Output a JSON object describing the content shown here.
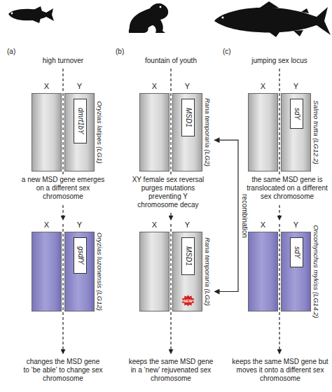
{
  "diagram": {
    "nodes": [
      {
        "text": [
          "X"
        ]
      },
      {
        "text": [
          "Y",
          "Oryzias latipes (LG1)"
        ]
      },
      {
        "text": [
          "dmrt1bY"
        ],
        "in": 1
      },
      {
        "text": [
          "X"
        ]
      },
      {
        "text": [
          "Y",
          "Rana temporaria (LG2)"
        ]
      },
      {
        "text": [
          "MSD1"
        ],
        "in": 4
      },
      {
        "text": [
          "X"
        ]
      },
      {
        "text": [
          "Y",
          "Salmo trutta (LG12.2)"
        ]
      },
      {
        "text": [
          "sdY"
        ],
        "in": 7
      },
      {
        "text": [
          "X"
        ]
      },
      {
        "text": [
          "Y",
          "Oryzias luzonensis (LG12)"
        ]
      },
      {
        "text": [
          "gsdfY"
        ],
        "in": 10
      },
      {
        "text": [
          "X"
        ]
      },
      {
        "text": [
          "Y",
          "Rana temporaria (LG2)"
        ]
      },
      {
        "text": [
          "MSD1"
        ],
        "in": 13
      },
      {
        "text": [
          "NEW"
        ],
        "in": 13
      },
      {
        "text": [
          "X"
        ]
      },
      {
        "text": [
          "Y",
          "Oncorhynchus mykiss (LG14.2)"
        ]
      },
      {
        "text": [
          "sdY"
        ],
        "in": 17
      }
    ],
    "edges": [
      {
        "from": 4,
        "to": 13,
        "arrow": "both",
        "label": "recombination"
      }
    ],
    "labels": [
      "(a)",
      "high turnover",
      "(b)",
      "fountain of youth",
      "(c)",
      "jumping sex locus",
      "a new MSD gene emerges on a different sex chromosome",
      "XY female sex reversal purges mutations preventing Y chromosome decay",
      "the same MSD gene is translocated on a different sex chromosome",
      "changes the MSD gene to ‘be able’ to change sex chromosome",
      "keeps the same MSD gene in a ‘new’ rejuvenated sex chromosome",
      "keeps the same MSD gene but moves it onto a different sex chromosome"
    ]
  }
}
